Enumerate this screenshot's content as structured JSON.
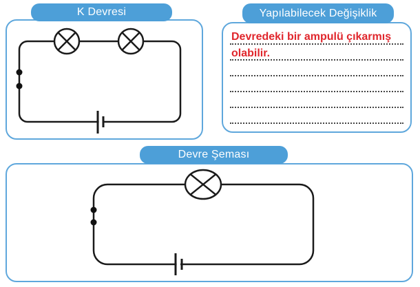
{
  "colors": {
    "tab_blue": "#4D9FD8",
    "panel_border": "#5EA7DC",
    "answer_red": "#E0262C",
    "wire": "#1a1a1a",
    "dotted": "#444444"
  },
  "panels": {
    "k_circuit": {
      "title": "K Devresi",
      "components": [
        "lamp",
        "lamp",
        "switch-contacts",
        "battery"
      ]
    },
    "change": {
      "title": "Yapılabilecek Değişiklik",
      "answer_text": "Devredeki bir ampulü çıkarmış olabilir.",
      "answer_line1": "Devredeki bir ampulü çıkarmış",
      "answer_line2": "olabilir.",
      "dotted_line_count": 6
    },
    "schema": {
      "title": "Devre Şeması",
      "components": [
        "lamp",
        "switch-contacts",
        "battery"
      ]
    }
  }
}
